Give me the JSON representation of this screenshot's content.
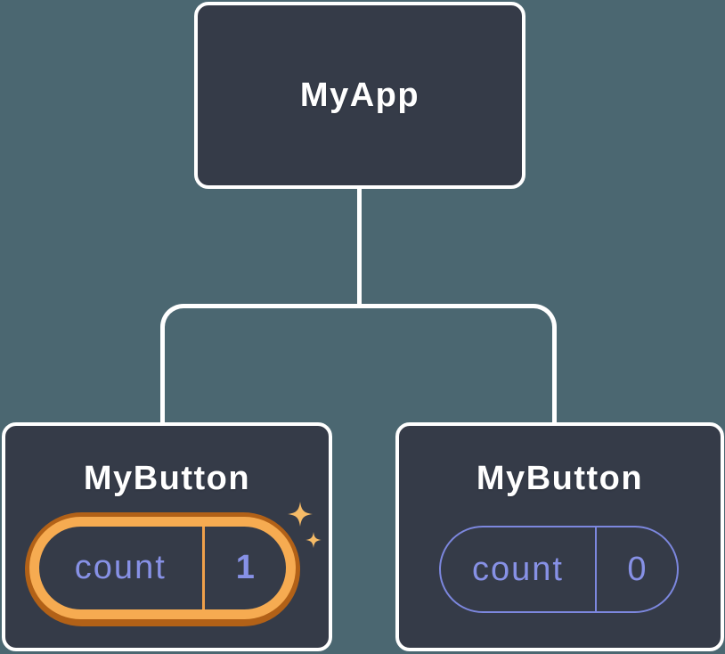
{
  "diagram": {
    "type": "component-tree",
    "description": "React component tree with state pills"
  },
  "colors": {
    "bg": "#4B6771",
    "node-fill": "#353B48",
    "node-border": "#FFFFFF",
    "connector": "#FFFFFF",
    "title": "#FFFFFF",
    "state-text": "#8791E6",
    "pill-border": "#7C87DE",
    "ring-light": "#F6AB51",
    "ring-dark": "#B26117",
    "ring-divider": "#EFA04A",
    "sparkle": "#F6BB67"
  },
  "tree": {
    "root": {
      "label": "MyApp"
    },
    "children": [
      {
        "label": "MyButton",
        "highlighted": true,
        "icon": "sparkles-icon",
        "state": {
          "name": "count",
          "value": "1"
        }
      },
      {
        "label": "MyButton",
        "highlighted": false,
        "state": {
          "name": "count",
          "value": "0"
        }
      }
    ]
  }
}
